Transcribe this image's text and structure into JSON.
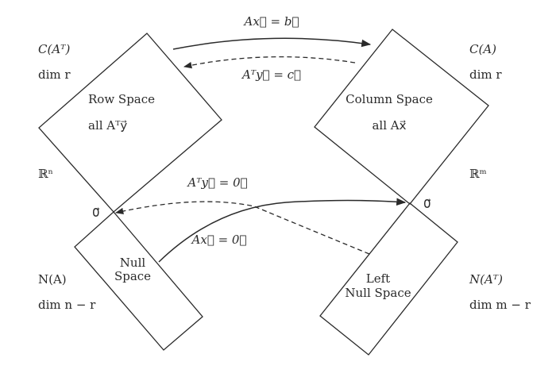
{
  "subspaces": {
    "row_space": {
      "name": "C(Aᵀ)",
      "dim": "dim r",
      "title": "Row Space",
      "content": "all Aᵀy⃗",
      "ambient": "ℝⁿ",
      "zero": "0⃗"
    },
    "column_space": {
      "name": "C(A)",
      "dim": "dim r",
      "title": "Column Space",
      "content": "all Ax⃗",
      "ambient": "ℝᵐ",
      "zero": "0⃗"
    },
    "null_space": {
      "name": "N(A)",
      "dim": "dim n − r",
      "title_line1": "Null",
      "title_line2": "Space"
    },
    "left_null_space": {
      "name": "N(Aᵀ)",
      "dim": "dim m − r",
      "title_line1": "Left",
      "title_line2": "Null Space"
    }
  },
  "maps": {
    "ax_eq_b": "Ax⃗ = b⃗",
    "aty_eq_c": "Aᵀy⃗ = c⃗",
    "aty_eq_0": "Aᵀy⃗ = 0⃗",
    "ax_eq_0": "Ax⃗ = 0⃗"
  },
  "colors": {
    "ink": "#2a2a2a",
    "background": "#ffffff"
  }
}
